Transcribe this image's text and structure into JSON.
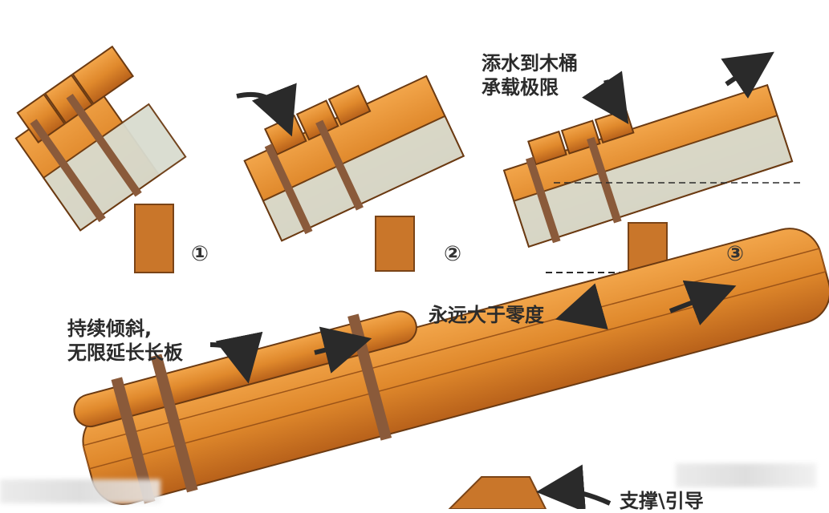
{
  "labels": {
    "step3_note_line1": "添水到木桶",
    "step3_note_line2": "承载极限",
    "angle_note": "永远大于零度",
    "extend_note_line1": "持续倾斜,",
    "extend_note_line2": "无限延长长板",
    "support_note": "支撑\\引导"
  },
  "step_numbers": [
    "①",
    "②",
    "③"
  ],
  "colors": {
    "wood": "#e0892c",
    "wood_dark": "#b8611a",
    "water": "#d9dccf",
    "band": "#8a5a3a",
    "support": "#c9762a",
    "arrow": "#2a2a2a"
  }
}
